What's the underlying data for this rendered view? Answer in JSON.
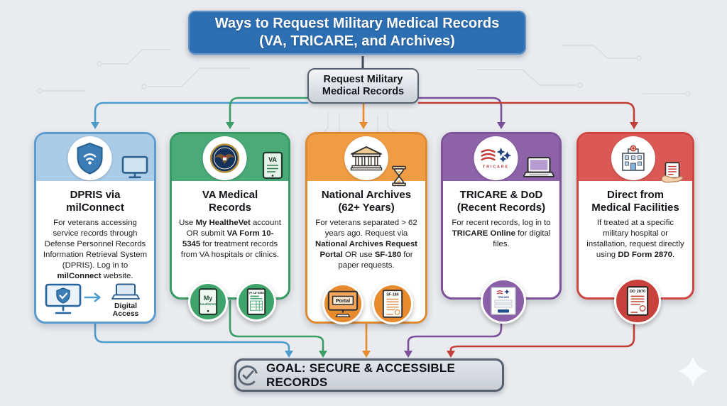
{
  "colors": {
    "background": "#e9ebee",
    "banner_bg": "#2d6fb3",
    "node_border": "#57606e",
    "goal_border": "#57606e",
    "text_dark": "#1b1c1e"
  },
  "banner": {
    "line1": "Ways to Request Military Medical Records",
    "line2": "(VA, TRICARE, and Archives)"
  },
  "root_node": {
    "label": "Request Military Medical Records"
  },
  "cards": [
    {
      "id": "dpris-milconnect",
      "title": "DPRIS via milConnect",
      "accent": "#5b9bd0",
      "header_bg": "#abcce7",
      "arrow_color": "#4e9ccb",
      "header_icons": [
        "shield-wifi-icon",
        "monitor-icon"
      ],
      "body": [
        {
          "t": "For veterans accessing service records through Defense Personnel Records Information Retrieval System (DPRIS). Log in to "
        },
        {
          "t": "milConnect",
          "b": true
        },
        {
          "t": " website."
        }
      ],
      "footer": {
        "icons": [
          "monitor-shield-icon",
          "arrow-right-icon",
          "laptop-icon"
        ],
        "label": "Digital Access"
      }
    },
    {
      "id": "va-medical-records",
      "title": "VA Medical Records",
      "accent": "#379963",
      "header_bg": "#4aaa78",
      "arrow_color": "#3a9e66",
      "header_icons": [
        "va-seal-icon",
        "tablet-va-icon"
      ],
      "header_tablet_text": "VA",
      "body": [
        {
          "t": "Use "
        },
        {
          "t": "My HealtheVet",
          "b": true
        },
        {
          "t": " account OR submit "
        },
        {
          "t": "VA Form 10-5345",
          "b": true
        },
        {
          "t": " for treatment records from VA hospitals or clinics."
        }
      ],
      "footer": {
        "tablet_title": "My",
        "tablet_subtitle": "HealtheVet",
        "form_label": "VA 10-5345"
      }
    },
    {
      "id": "national-archives",
      "title": "National Archives (62+ Years)",
      "accent": "#df8a33",
      "header_bg": "#f09c44",
      "arrow_color": "#e78b2e",
      "header_icons": [
        "archives-building-icon",
        "hourglass-icon"
      ],
      "body": [
        {
          "t": "For veterans separated > 62 years ago. Request via "
        },
        {
          "t": "National Archives Request Portal",
          "b": true
        },
        {
          "t": " OR use "
        },
        {
          "t": "SF-180",
          "b": true
        },
        {
          "t": " for paper requests."
        }
      ],
      "footer": {
        "portal_label": "Portal",
        "form_label": "SF-180"
      }
    },
    {
      "id": "tricare-dod",
      "title": "TRICARE & DoD (Recent Records)",
      "accent": "#7e5299",
      "header_bg": "#8d62a9",
      "arrow_color": "#7b4f99",
      "header_icons": [
        "tricare-logo",
        "laptop-icon"
      ],
      "logo_text": "TRICARE",
      "body": [
        {
          "t": "For recent records, log in to "
        },
        {
          "t": "TRICARE Online",
          "b": true
        },
        {
          "t": " for digital files."
        }
      ],
      "footer": {
        "icons": [
          "tricare-login-icon"
        ]
      }
    },
    {
      "id": "direct-medical-facilities",
      "title": "Direct from Medical Facilities",
      "accent": "#cf4540",
      "header_bg": "#da5954",
      "arrow_color": "#c04038",
      "header_icons": [
        "hospital-icon",
        "hand-document-icon"
      ],
      "body": [
        {
          "t": "If treated at a specific military hospital or installation, request directly using "
        },
        {
          "t": "DD Form 2870",
          "b": true
        },
        {
          "t": "."
        }
      ],
      "footer": {
        "form_label": "DD 2870"
      }
    }
  ],
  "goal": {
    "label": "GOAL: SECURE & ACCESSIBLE RECORDS",
    "icon": "check-circle-icon"
  }
}
